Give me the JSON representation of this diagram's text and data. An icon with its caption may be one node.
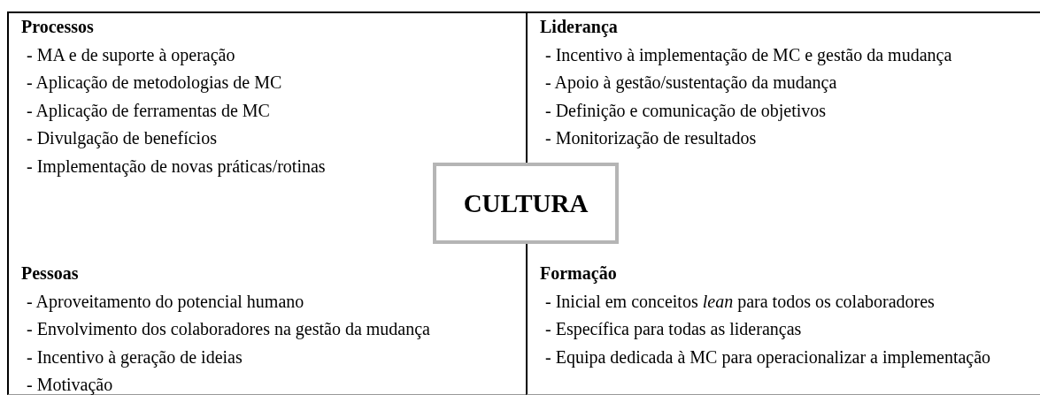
{
  "diagram": {
    "nodes": [
      {
        "text": [
          "Processos",
          "- MA e de suporte à operação",
          "- Aplicação de metodologias de MC",
          "- Aplicação de ferramentas de MC",
          "- Divulgação de benefícios",
          "- Implementação de novas práticas/rotinas"
        ]
      },
      {
        "text": [
          "Liderança",
          "- Incentivo à implementação de MC e gestão da mudança",
          "- Apoio à gestão/sustentação da mudança",
          "- Definição e comunicação de objetivos",
          "- Monitorização de resultados"
        ]
      },
      {
        "text": [
          "Pessoas",
          "- Aproveitamento do potencial humano",
          "- Envolvimento dos colaboradores na gestão da mudança",
          "- Incentivo à geração de ideias",
          "- Motivação"
        ]
      },
      {
        "text": [
          "Formação",
          "- Inicial em conceitos *lean* para todos os colaboradores",
          "- Específica para todas as lideranças",
          "- Equipa dedicada à MC para operacionalizar a implementação"
        ]
      },
      {
        "text": [
          "CULTURA"
        ]
      }
    ]
  }
}
